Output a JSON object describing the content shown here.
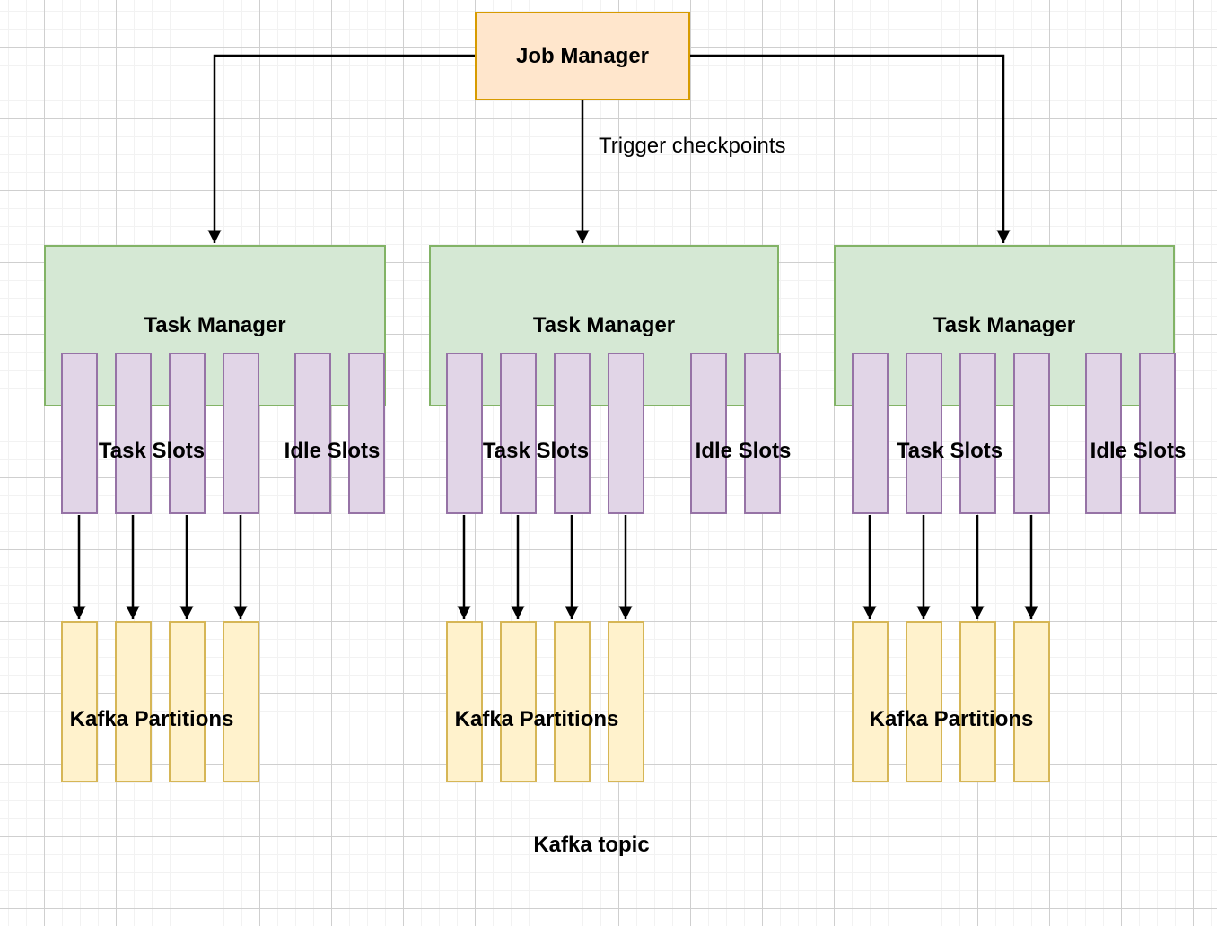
{
  "job_manager_label": "Job Manager",
  "trigger_label": "Trigger checkpoints",
  "kafka_topic_label": "Kafka topic",
  "groups": [
    {
      "task_manager_label": "Task Manager",
      "task_slots_label": "Task Slots",
      "idle_slots_label": "Idle Slots",
      "kafka_partitions_label": "Kafka Partitions",
      "task_slot_count": 4,
      "idle_slot_count": 2,
      "kafka_partition_count": 4
    },
    {
      "task_manager_label": "Task Manager",
      "task_slots_label": "Task Slots",
      "idle_slots_label": "Idle Slots",
      "kafka_partitions_label": "Kafka Partitions",
      "task_slot_count": 4,
      "idle_slot_count": 2,
      "kafka_partition_count": 4
    },
    {
      "task_manager_label": "Task Manager",
      "task_slots_label": "Task Slots",
      "idle_slots_label": "Idle Slots",
      "kafka_partitions_label": "Kafka Partitions",
      "task_slot_count": 4,
      "idle_slot_count": 2,
      "kafka_partition_count": 4
    }
  ],
  "colors": {
    "job_manager_fill": "#FFE6CC",
    "job_manager_border": "#D79B00",
    "task_manager_fill": "#D5E8D4",
    "task_manager_border": "#82B366",
    "slot_fill": "#E1D5E7",
    "slot_border": "#9673A6",
    "partition_fill": "#FFF2CC",
    "partition_border": "#D6B656",
    "connector": "#000000",
    "grid_major": "#CFCFCF",
    "grid_minor": "#F2F2F2"
  }
}
